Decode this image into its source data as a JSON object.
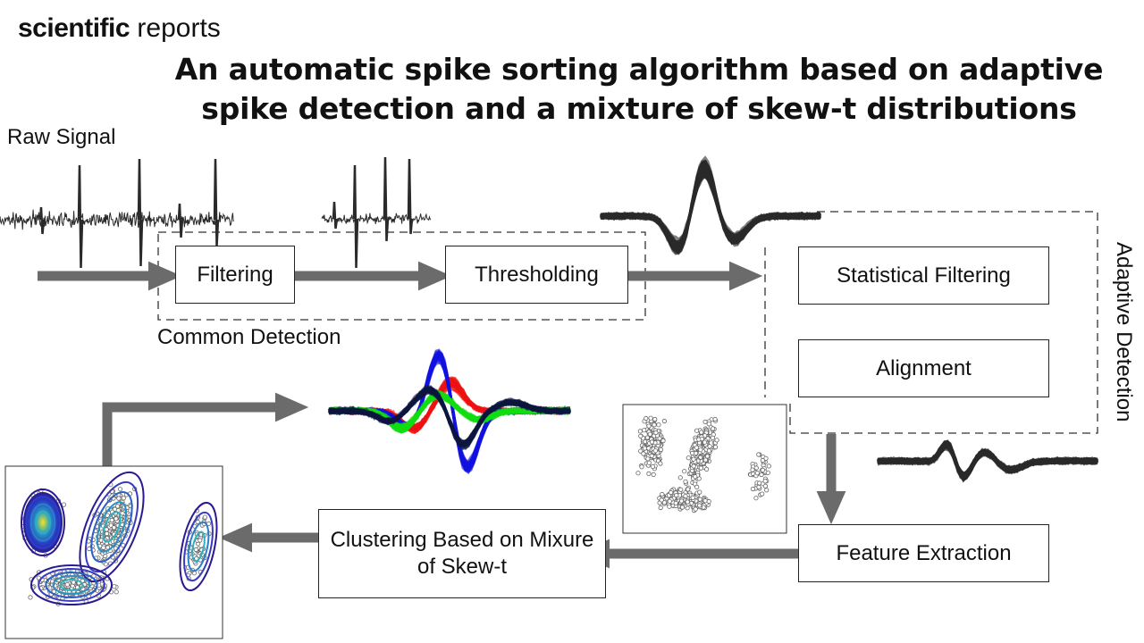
{
  "journal": {
    "brand_bold": "scientific",
    "brand_light": "reports"
  },
  "paper_title": "An automatic spike sorting algorithm based on adaptive spike detection and a mixture of skew-t distributions",
  "labels": {
    "raw_signal": "Raw Signal",
    "common_detection": "Common Detection",
    "adaptive_detection": "Adaptive Detection"
  },
  "boxes": {
    "filtering": "Filtering",
    "thresholding": "Thresholding",
    "statistical_filtering": "Statistical Filtering",
    "alignment": "Alignment",
    "feature_extraction": "Feature Extraction",
    "clustering": "Clustering Based on Mixure of Skew-t"
  },
  "colors": {
    "arrow": "#6b6b6b",
    "waveform": "#2a2a2a",
    "cluster_blue": "#1010e0",
    "cluster_red": "#ee1010",
    "cluster_green": "#10dd10",
    "cluster_navy": "#0c1540",
    "scatter": "#666666"
  }
}
